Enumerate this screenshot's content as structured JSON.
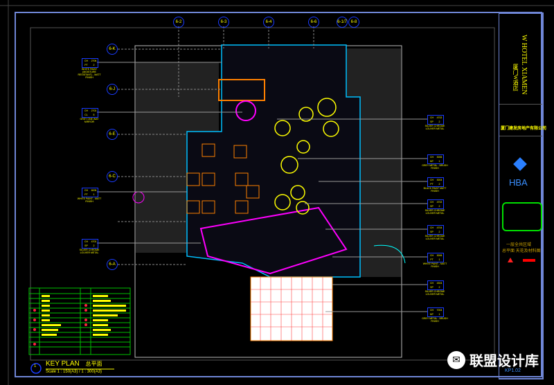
{
  "grid": {
    "columns": [
      "6-2",
      "6-3",
      "6-4",
      "6-6",
      "6-1/7",
      "6-8"
    ],
    "rows": [
      "6-K",
      "6-J",
      "6-E",
      "6-C",
      "6-A"
    ]
  },
  "tags_left": [
    {
      "code": "CH",
      "num": "2706",
      "sub": "PT",
      "q": "2",
      "note": "WHITE PAINT (MOISTURE RESISTANT) - MATT FINISH"
    },
    {
      "code": "CH",
      "num": "2702",
      "sub": "CL",
      "q": "5",
      "note": "GREY ONE WAY MIRROR"
    },
    {
      "code": "CH",
      "num": "6005",
      "sub": "PT",
      "q": "1",
      "note": "WHITE PAINT - MATT FINISH"
    },
    {
      "code": "CH",
      "num": "4702",
      "sub": "SP",
      "q": "2",
      "note": "SILVER CHROME LOUVER METAL"
    }
  ],
  "tags_right": [
    {
      "code": "CH",
      "num": "4702",
      "sub": "SP",
      "q": "2",
      "note": "SILVER CHROME LOUVER METAL"
    },
    {
      "code": "CH",
      "num": "3006",
      "sub": "MT",
      "q": "1",
      "note": "GREY METAL - BRUSH FINISH"
    },
    {
      "code": "CH",
      "num": "3004",
      "sub": "PT",
      "q": "2",
      "note": "BLACK PAINT MATT FINISH"
    },
    {
      "code": "CH",
      "num": "4702",
      "sub": "SP",
      "q": "2",
      "note": "SILVER CHROME LOUVER METAL"
    },
    {
      "code": "CH",
      "num": "4704",
      "sub": "SP",
      "q": "2",
      "note": "SILVER CHROME LOUVER METAL"
    },
    {
      "code": "CH",
      "num": "3006",
      "sub": "PT",
      "q": "1",
      "note": "WHITE PAINT - MATT FINISH"
    },
    {
      "code": "CH",
      "num": "4304",
      "sub": "SP",
      "q": "2",
      "note": "SILVER CHROME LOUVER METAL"
    },
    {
      "code": "CH",
      "num": "7004",
      "sub": "MT",
      "q": "1",
      "note": "GREY METAL - BRUSH FINISH"
    }
  ],
  "key_plan": {
    "title": "KEY PLAN",
    "title_cn": "总平面",
    "scale": "Scale 1 : 150(A3) / 1 : 300(A3)",
    "marker": "1"
  },
  "title_block": {
    "project_cn": "厦门W酒店",
    "project_en": "W HOTEL XIAMEN",
    "client": "厦门建发房地产有限公司",
    "designer": "HBA",
    "drawing_title_1": "一层全共区域",
    "drawing_title_2": "总平面 天花及材料图",
    "drawing_no": "KP1.02"
  },
  "watermark": "联盟设计库",
  "colors": {
    "frame": "#6f86d6",
    "text": "#ffff00",
    "grid_bubble": "#1a3cff",
    "legend": "#00c000"
  }
}
